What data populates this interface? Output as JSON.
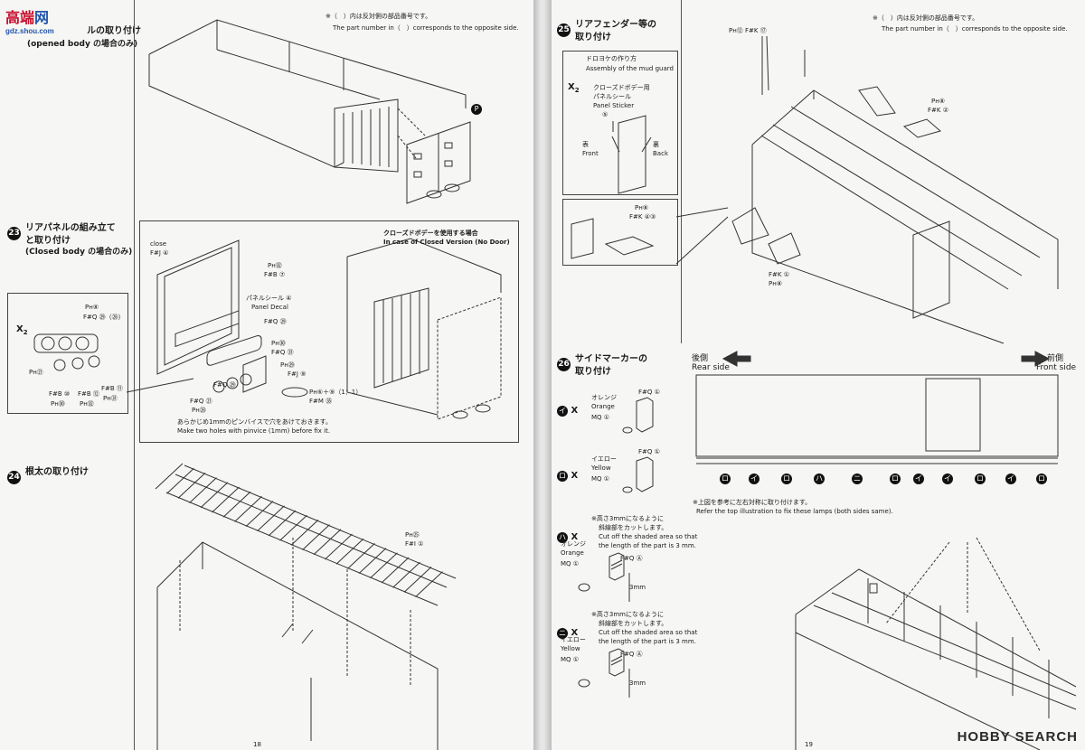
{
  "watermark": {
    "brand_cn": "高端",
    "brand_mark": "网",
    "site": "gdz.shou.com"
  },
  "left": {
    "step22": {
      "title_partial": "ルの取り付け",
      "subtitle": "(opened body の場合のみ)"
    },
    "note_jp": "※（　）内は反対側の部品番号です。",
    "note_en": "The part number in（　）corresponds to the opposite side.",
    "p_badge": "P",
    "step23": {
      "num": "23",
      "title1": "リアパネルの組み立て",
      "title2": "と取り付け",
      "subtitle": "(Closed body の場合のみ)"
    },
    "inset": {
      "marker": "X",
      "marker_sub": "2",
      "labels": [
        "Pн⑧",
        "F#Q ㉙（㉘）",
        "Pн㉑",
        "F#B ⑩",
        "Pн㉚",
        "F#B ⑫",
        "Pн㉜",
        "F#B ⑪",
        "Pн㉛"
      ]
    },
    "rear_panel_labels": {
      "close": "close",
      "fj4": "F#J ④",
      "pn32": "Pн㉜",
      "fb7": "F#B ⑦",
      "panel_jp": "パネルシール ④",
      "panel_en": "Panel Decal",
      "fq29a": "F#Q ㉙",
      "pn30": "Pн㉚",
      "fq31": "F#Q ㉛",
      "pn29": "Pн㉙",
      "fq29b": "F#Q ㉙",
      "pn9": "Pн⑨",
      "fj9": "F#J ⑨",
      "fm": "F#M ㉟",
      "pn6": "Pн⑥＋⑨（1：1）",
      "fq21": "F#Q ㉑",
      "pn28": "Pн㉘"
    },
    "pinvise_jp": "あらかじめ1mmのピンバイスで穴をあけておきます。",
    "pinvise_en": "Make two holes with pinvice (1mm) before fix it.",
    "closed_jp": "クローズドボデーを使用する場合",
    "closed_en": "In case of Closed Version (No Door)",
    "step24": {
      "num": "24",
      "title": "根太の取り付け"
    },
    "step24_labels": [
      "Pн㉕",
      "F#I ①"
    ],
    "page_no": "18"
  },
  "right": {
    "note_jp": "※（　）内は反対側の部品番号です。",
    "note_en": "The part number in（　）corresponds to the opposite side.",
    "step25": {
      "num": "25",
      "title1": "リアフェンダー等の",
      "title2": "取り付け"
    },
    "mudguard": {
      "title_jp": "ドロヨケの作り方",
      "title_en": "Assembly of the mud guard",
      "marker": "X",
      "marker_sub": "2",
      "sticker_jp1": "クローズドボデー用",
      "sticker_jp2": "パネルシール",
      "sticker_en": "Panel Sticker",
      "sticker_no": "⑤",
      "front_jp": "表",
      "front_en": "Front",
      "back_jp": "裏",
      "back_en": "Back"
    },
    "mud_labels": [
      "Pн⑧",
      "F#K ④③"
    ],
    "top_labels": [
      "Pн⑫ F#K ⑰",
      "Pн⑧",
      "F#K ②",
      "F#K ①",
      "Pн⑧"
    ],
    "step26": {
      "num": "26",
      "title1": "サイドマーカーの",
      "title2": "取り付け"
    },
    "rear_side": {
      "jp": "後側",
      "en": "Rear side"
    },
    "front_side": {
      "jp": "前側",
      "en": "Front side"
    },
    "markers": [
      {
        "key": "イ",
        "jp": "オレンジ",
        "en": "Orange",
        "mq": "MQ ①",
        "fq": "F#Q ①"
      },
      {
        "key": "ロ",
        "jp": "イエロー",
        "en": "Yellow",
        "mq": "MQ ①",
        "fq": "F#Q ①"
      },
      {
        "key": "ハ",
        "jp": "オレンジ",
        "en": "Orange",
        "mq": "MQ ①",
        "fq": "F#Q Ⓐ"
      },
      {
        "key": "ニ",
        "jp": "イエロー",
        "en": "Yellow",
        "mq": "MQ ①",
        "fq": "F#Q Ⓐ"
      }
    ],
    "cut_jp1": "※高さ3mmになるように",
    "cut_jp2": "斜線部をカットします。",
    "cut_en1": "Cut off the shaded area so that",
    "cut_en2": "the length of the part is 3 mm.",
    "dim": "3mm",
    "lamp_row": [
      "ロ",
      "イ",
      "ロ",
      "ハ",
      "ニ",
      "ロ",
      "イ",
      "イ",
      "ロ",
      "イ",
      "ロ"
    ],
    "ref_jp": "※上図を参考に左右対称に取り付けます。",
    "ref_en": "Refer the top illustration to fix these lamps (both sides same).",
    "page_no": "19"
  },
  "footer": {
    "brand": "HOBBY SEARCH"
  }
}
